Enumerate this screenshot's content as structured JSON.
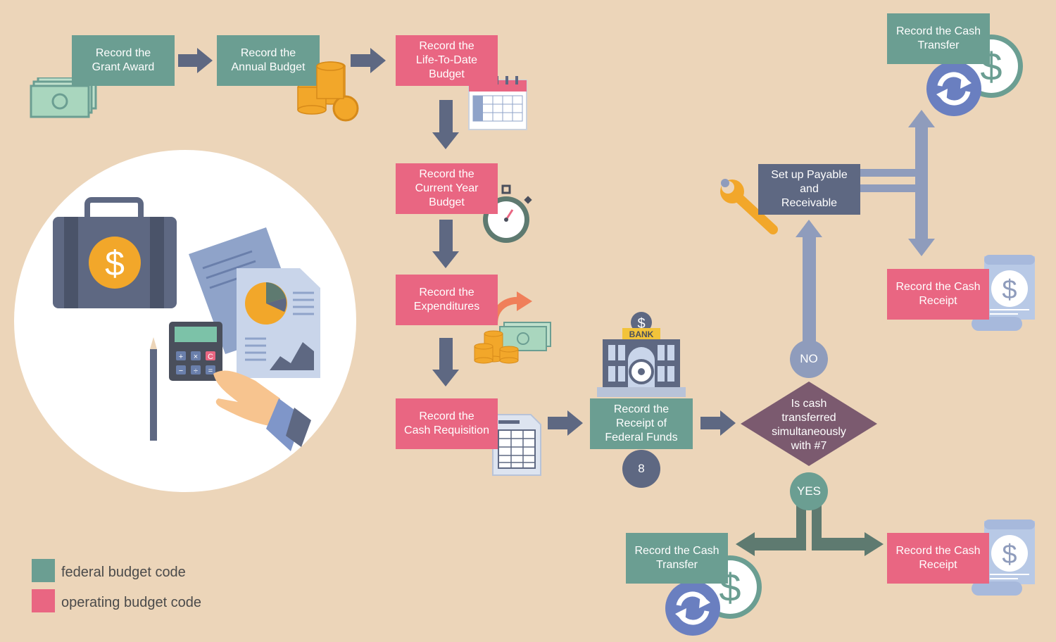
{
  "colors": {
    "federal": "#6b9e92",
    "operating": "#e96682",
    "process": "#5e6882",
    "decision": "#7b5a6f",
    "arrow": "#5e6882",
    "arrow_light": "#8f9cbc",
    "background": "#ecd5b9"
  },
  "nodes": {
    "grant_award": "Record the\nGrant Award",
    "annual_budget": "Record the\nAnnual Budget",
    "life_to_date": "Record the\nLife-To-Date\nBudget",
    "current_year": "Record the\nCurrent Year\nBudget",
    "expenditures": "Record the\nExpenditures",
    "cash_requisition": "Record the\nCash Requisition",
    "receipt_federal": "Record the\nReceipt of\nFederal Funds",
    "decision": "Is cash\ntransferred\nsimultaneously\nwith #7",
    "payable_receivable": "Set up Payable\nand\nReceivable",
    "cash_transfer_top": "Record the Cash\nTransfer",
    "cash_receipt_top": "Record the Cash\nReceipt",
    "cash_transfer_bottom": "Record the Cash\nTransfer",
    "cash_receipt_bottom": "Record the Cash\nReceipt"
  },
  "badges": {
    "no": "NO",
    "yes": "YES",
    "step": "8",
    "bank": "BANK"
  },
  "icons": {
    "dollar": "$",
    "calc_plus": "+",
    "calc_times": "×",
    "calc_c": "C",
    "calc_minus": "−",
    "calc_div": "÷",
    "calc_eq": "="
  },
  "legend": {
    "federal": "federal budget code",
    "operating": "operating budget code"
  }
}
